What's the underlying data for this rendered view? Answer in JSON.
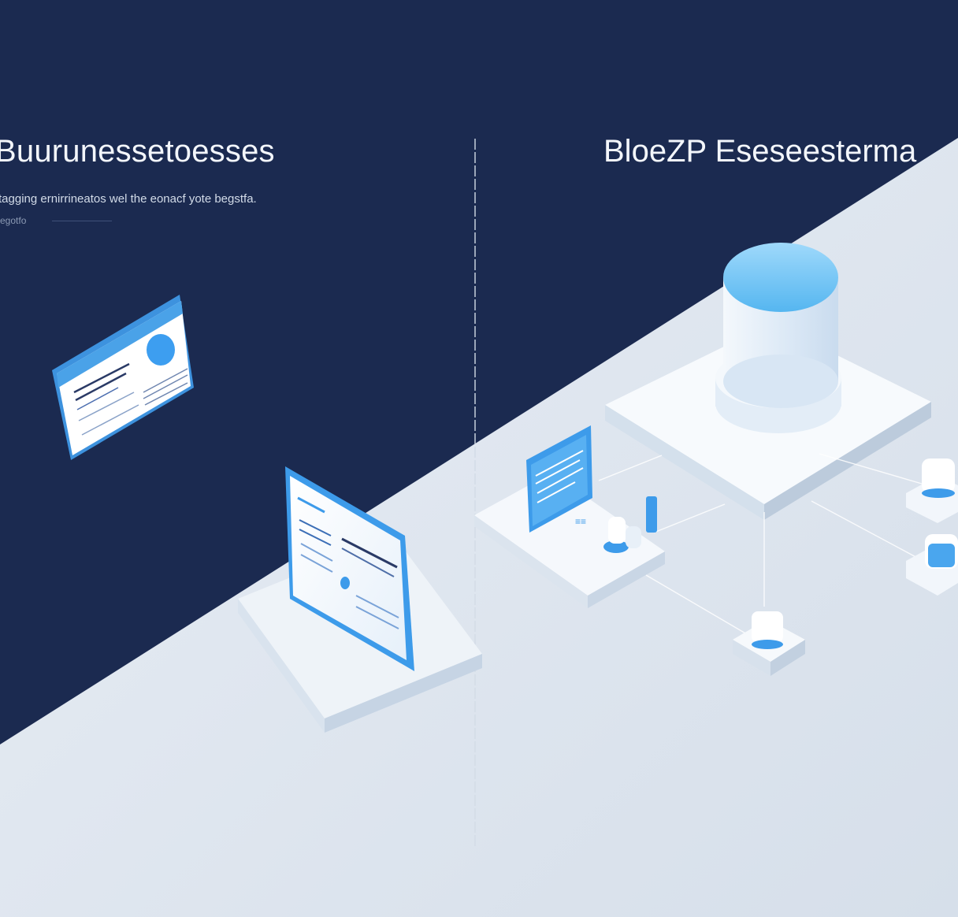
{
  "left_panel": {
    "title": "Buurunessetoesses",
    "subtitle": "tagging ernirrineatos wel the eonacf yote begstfa.",
    "caption": "egotfo"
  },
  "right_panel": {
    "title": "BloeZP Eseseesterma"
  },
  "colors": {
    "navy": "#1b2a50",
    "light_floor": "#dde5ee",
    "accent_blue": "#3c9ae6",
    "white": "#ffffff"
  },
  "icons": [
    "document-card-icon",
    "laptop-screen-icon",
    "database-cylinder-icon",
    "monitor-station-icon",
    "node-icon"
  ]
}
